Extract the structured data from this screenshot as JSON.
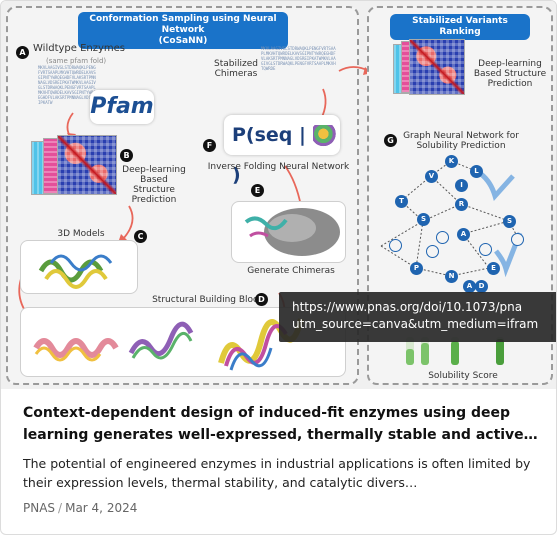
{
  "figure": {
    "left_panel_header": "Conformation Sampling using Neural Network",
    "left_panel_header_sub": "(CoSaNN)",
    "right_panel_header": "Stabilized Variants Ranking",
    "label_a": "Wildtype Enzymes",
    "label_a_sub": "(same pfam fold)",
    "badge_a": "A",
    "pfam_logo": "Pfam",
    "badge_b": "B",
    "label_b": "Deep-learning Based Structure Prediction",
    "label_3d": "3D Models",
    "badge_c": "C",
    "label_d": "Structural Building Blocks",
    "badge_d": "D",
    "label_stabilized": "Stabilized Chimeras",
    "badge_f": "F",
    "pseq_formula": "P(seq |",
    "pseq_close": ")",
    "label_f": "Inverse Folding Neural Network",
    "badge_e": "E",
    "label_e": "Generate Chimeras",
    "label_right_dl": "Deep-learning Based Structure Prediction",
    "badge_g": "G",
    "label_g": "Graph Neural Network for Solubility Prediction",
    "label_solubility": "Solubility Score",
    "nodes": [
      "V",
      "K",
      "L",
      "T",
      "S",
      "R",
      "I",
      "S",
      "A",
      "P",
      "N",
      "A",
      "E",
      "D"
    ]
  },
  "link_overlay": {
    "line1": "https://www.pnas.org/doi/10.1073/pna",
    "line2": "utm_source=canva&utm_medium=ifram"
  },
  "card": {
    "title": "Context-dependent design of induced-fit enzymes using deep learning generates well-expressed, thermally stable and active…",
    "description": "The potential of engineered enzymes in industrial applications is often limited by their expression levels, thermal stability, and catalytic divers…",
    "source": "PNAS",
    "separator": "/",
    "date": "Mar 4, 2024"
  },
  "colors": {
    "header_blue": "#1a73c9",
    "arrow_red": "#e8675a",
    "node_blue": "#1f64b0"
  }
}
